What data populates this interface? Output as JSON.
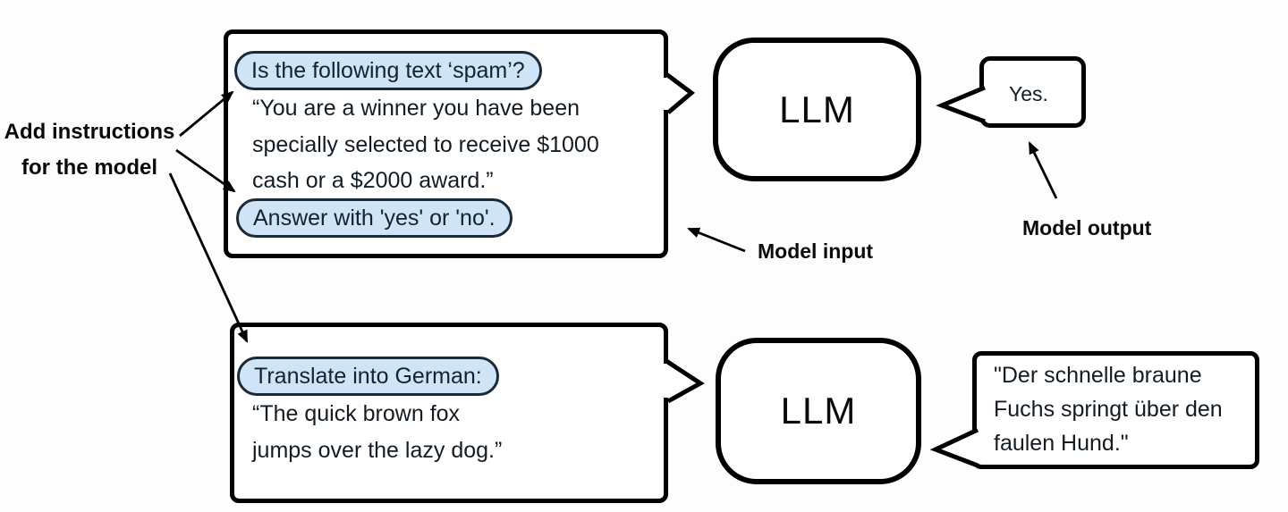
{
  "colors": {
    "outline": "#000000",
    "pill_bg": "#cfe4f7",
    "pill_border": "#1b2a38",
    "text": "#131c24",
    "canvas_bg": "#fdfdfd"
  },
  "annotations": {
    "add_instructions": "Add instructions\nfor the model",
    "model_input": "Model input",
    "model_output": "Model output"
  },
  "example1": {
    "instruction_top": "Is the following text ‘spam’?",
    "body": "“You are a winner you have been\nspecially selected to receive $1000\ncash or a $2000 award.”",
    "instruction_bottom": "Answer with 'yes' or 'no'.",
    "model_label": "LLM",
    "output": "Yes."
  },
  "example2": {
    "instruction": "Translate into German:",
    "body": "“The quick brown fox\njumps over the lazy dog.”",
    "model_label": "LLM",
    "output": "\"Der schnelle braune\nFuchs springt über den\nfaulen Hund.\""
  }
}
